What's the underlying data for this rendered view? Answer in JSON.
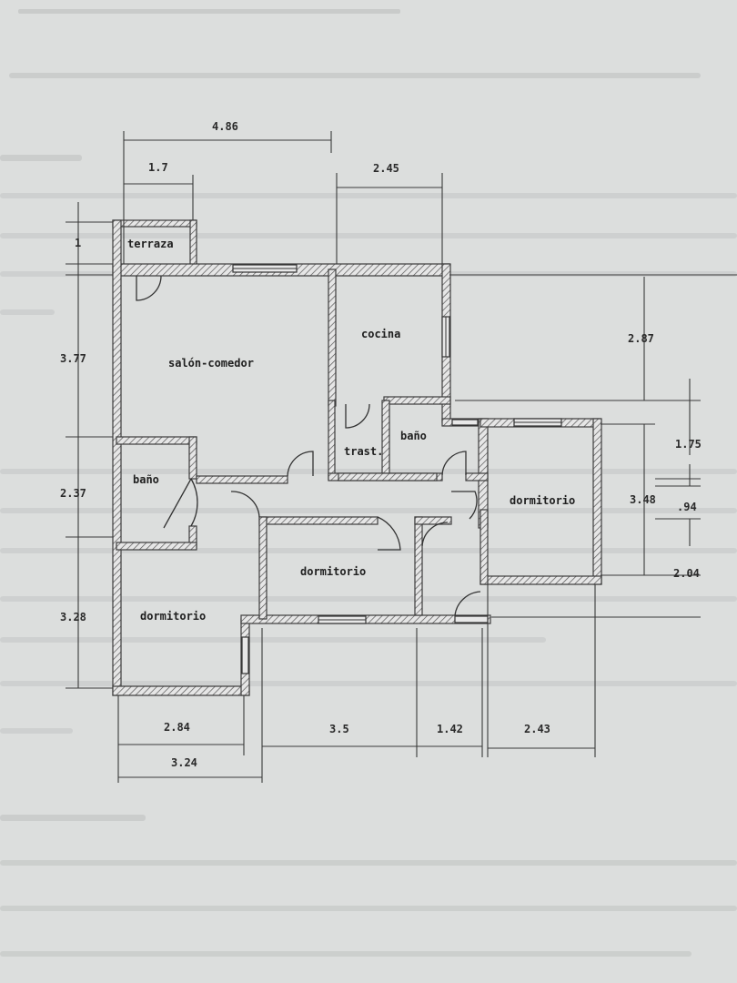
{
  "rooms": {
    "terraza": "terraza",
    "salon": "salón-comedor",
    "cocina": "cocina",
    "bano_1": "baño",
    "bano_2": "baño",
    "trastero": "trast.",
    "dormitorio_1": "dormitorio",
    "dormitorio_2": "dormitorio",
    "dormitorio_3": "dormitorio"
  },
  "dimensions": {
    "top_total": "4.86",
    "top_terraza": "1.7",
    "top_cocina": "2.45",
    "left_terraza": "1",
    "left_salon": "3.77",
    "left_bano": "2.37",
    "left_dormitorio": "3.28",
    "right_cocina": "2.87",
    "right_1": "1.75",
    "right_total": "3.48",
    "right_2": ".94",
    "right_3": "2.04",
    "bottom_1": "2.84",
    "bottom_2": "3.5",
    "bottom_3": "1.42",
    "bottom_4": "2.43",
    "bottom_total": "3.24"
  }
}
